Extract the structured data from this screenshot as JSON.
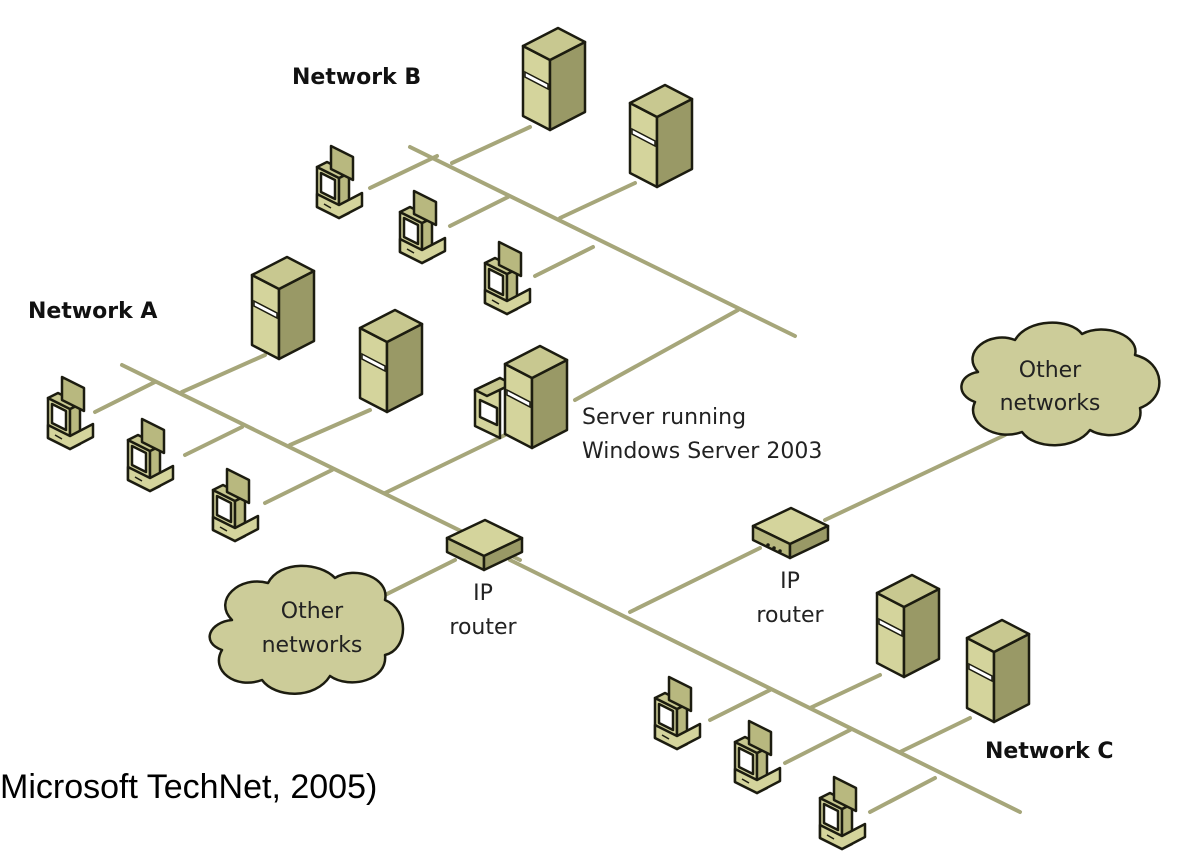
{
  "diagram": {
    "title": "Routed IP network topology",
    "colors": {
      "device_light": "#d4d49c",
      "device_mid": "#b8b87f",
      "device_dark": "#999966",
      "wire": "#a6a67a",
      "outline": "#1c1c10"
    },
    "networks": [
      {
        "id": "A",
        "label": "Network A"
      },
      {
        "id": "B",
        "label": "Network B"
      },
      {
        "id": "C",
        "label": "Network C"
      }
    ],
    "server_label_line1": "Server running",
    "server_label_line2": "Windows Server 2003",
    "routers": [
      {
        "id": "router-1",
        "label_line1": "IP",
        "label_line2": "router"
      },
      {
        "id": "router-2",
        "label_line1": "IP",
        "label_line2": "router"
      }
    ],
    "clouds": [
      {
        "id": "cloud-left",
        "label_line1": "Other",
        "label_line2": "networks"
      },
      {
        "id": "cloud-right",
        "label_line1": "Other",
        "label_line2": "networks"
      }
    ],
    "nodes": {
      "network_a": {
        "servers": 2,
        "workstations": 3,
        "multihomed_server": 1
      },
      "network_b": {
        "servers": 2,
        "workstations": 3
      },
      "network_c": {
        "servers": 2,
        "workstations": 3
      }
    },
    "citation": "Microsoft TechNet, 2005)"
  }
}
